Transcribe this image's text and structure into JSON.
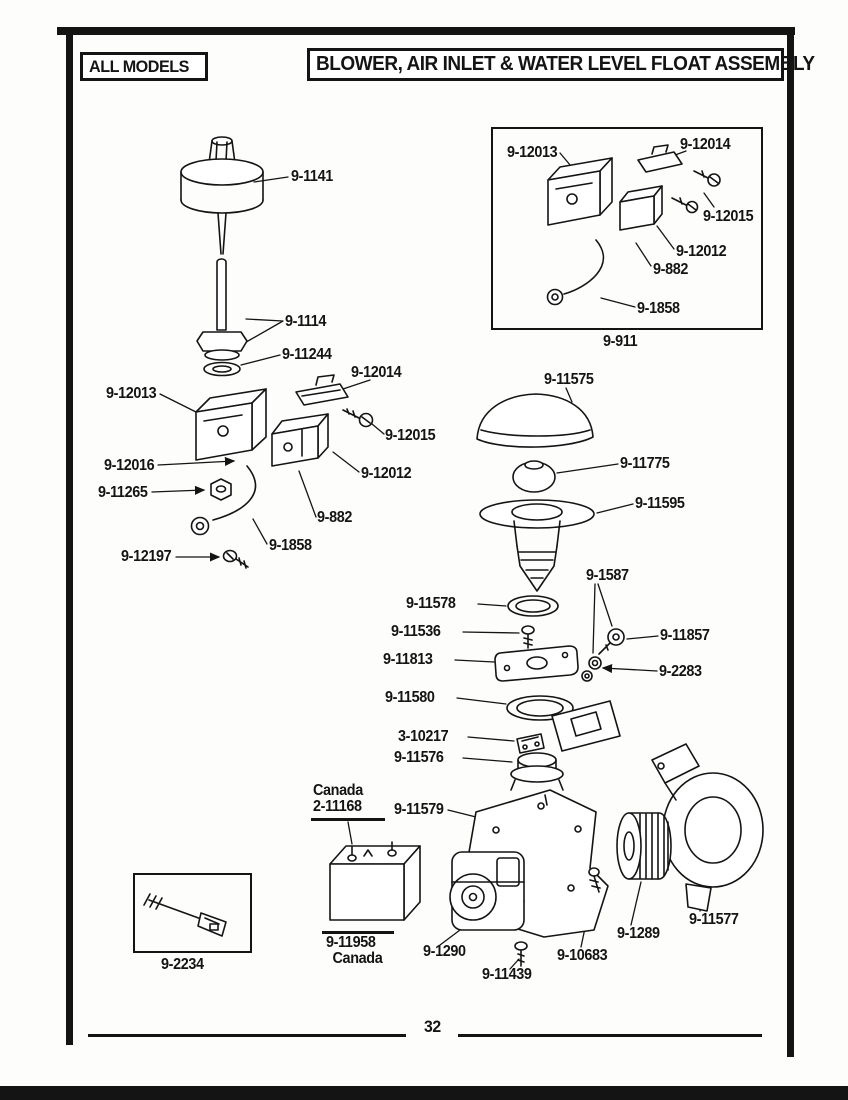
{
  "header": {
    "left_box": "ALL MODELS",
    "right_box": "BLOWER, AIR INLET & WATER LEVEL FLOAT ASSEMBLY"
  },
  "float_assembly": {
    "p1141": "9-1141",
    "p1114": "9-1114",
    "p11244": "9-11244",
    "p12014": "9-12014",
    "p12013": "9-12013",
    "p12015": "9-12015",
    "p12016": "9-12016",
    "p12012": "9-12012",
    "p11265": "9-11265",
    "p882": "9-882",
    "p1858": "9-1858",
    "p12197": "9-12197"
  },
  "inset": {
    "labels": {
      "p12013": "9-12013",
      "p12014": "9-12014",
      "p12015": "9-12015",
      "p12012": "9-12012",
      "p882": "9-882",
      "p1858": "9-1858"
    },
    "caption": "9-911"
  },
  "blower_assembly": {
    "p11575": "9-11575",
    "p11775": "9-11775",
    "p11595": "9-11595",
    "p1587": "9-1587",
    "p11578": "9-11578",
    "p11536": "9-11536",
    "p11857": "9-11857",
    "p11813": "9-11813",
    "p2283": "9-2283",
    "p11580": "9-11580",
    "p10217": "3-10217",
    "p11576": "9-11576",
    "p11579": "9-11579",
    "p1290": "9-1290",
    "p11439": "9-11439",
    "p10683": "9-10683",
    "p1289": "9-1289",
    "p11577": "9-11577"
  },
  "canada_transformer": {
    "top_line1": "Canada",
    "top_line2": "2-11168",
    "bottom_line1": "9-11958",
    "bottom_line2": "Canada"
  },
  "bottom_inset": {
    "caption": "9-2234"
  },
  "footer": {
    "page_number": "32"
  }
}
